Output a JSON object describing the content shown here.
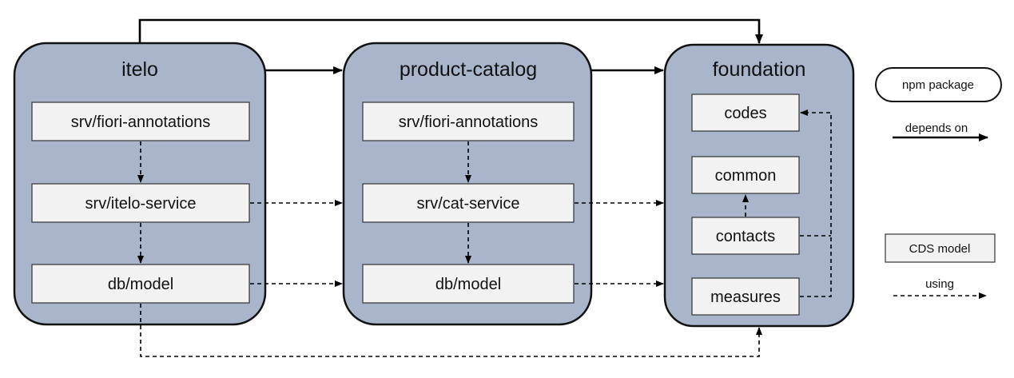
{
  "packages": {
    "itelo": {
      "title": "itelo",
      "modules": {
        "fiori": "srv/fiori-annotations",
        "service": "srv/itelo-service",
        "model": "db/model"
      }
    },
    "product_catalog": {
      "title": "product-catalog",
      "modules": {
        "fiori": "srv/fiori-annotations",
        "service": "srv/cat-service",
        "model": "db/model"
      }
    },
    "foundation": {
      "title": "foundation",
      "modules": {
        "codes": "codes",
        "common": "common",
        "contacts": "contacts",
        "measures": "measures"
      }
    }
  },
  "legend": {
    "npm_package": "npm package",
    "depends_on": "depends on",
    "cds_model": "CDS model",
    "using": "using"
  },
  "colors": {
    "package_fill": "#a9b5cb",
    "module_fill": "#f2f2f2",
    "line": "#000000"
  }
}
